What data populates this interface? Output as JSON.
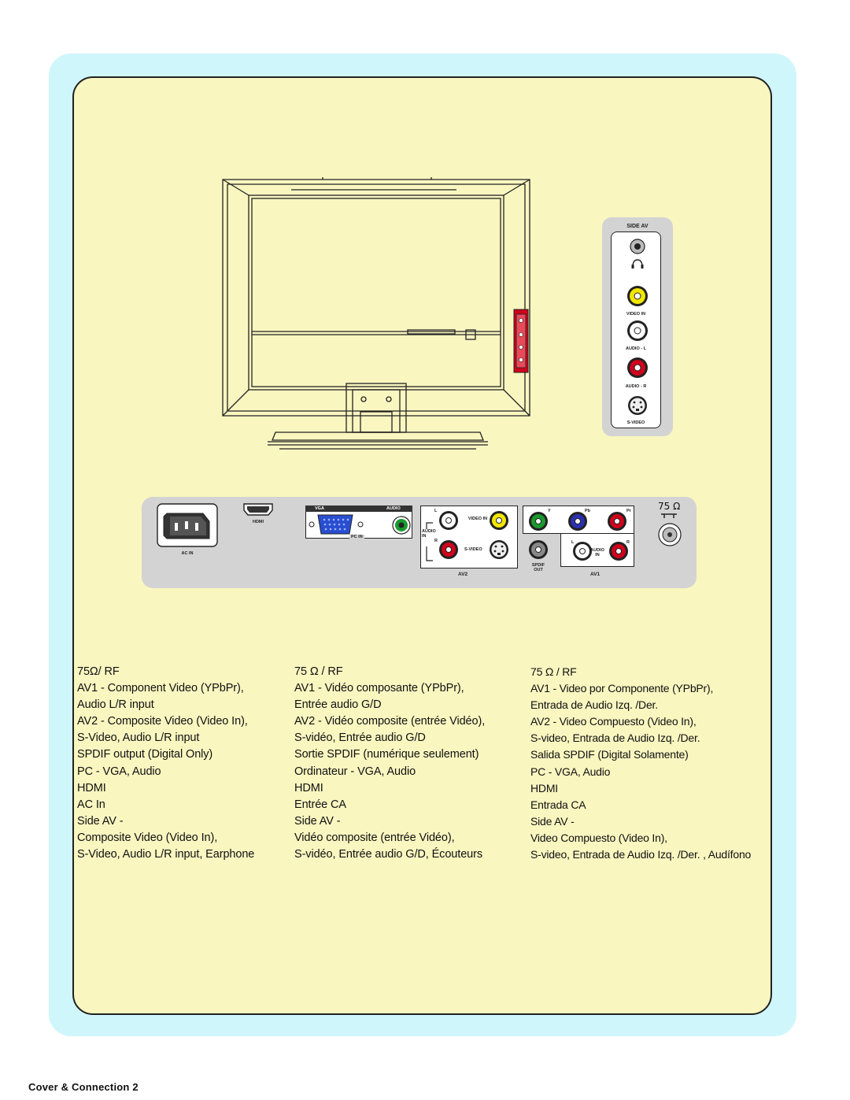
{
  "page": {
    "footer_label": "Cover & Connection 2"
  },
  "side_panel": {
    "title": "SIDE AV",
    "video_in": "VIDEO IN",
    "audio_l": "AUDIO - L",
    "audio_r": "AUDIO - R",
    "s_video": "S-VIDEO"
  },
  "rear_panel": {
    "ac_in": "AC IN",
    "hdmi": "HDMI",
    "vga": "VGA",
    "audio": "AUDIO",
    "pc_in": "PC IN",
    "l": "L",
    "r": "R",
    "video_in": "VIDEO IN",
    "audio_in": "AUDIO IN",
    "s_video": "S-VIDEO",
    "av2": "AV2",
    "y": "Y",
    "pb": "Pb",
    "pr": "Pr",
    "spdif_out": "SPDIF OUT",
    "av1": "AV1",
    "audio_in_small": "AUDIO IN",
    "antenna": "75 Ω"
  },
  "columns": [
    {
      "lines": [
        "75Ω/ RF",
        "AV1 - Component Video (YPbPr),",
        "Audio L/R input",
        "AV2 - Composite Video (Video In),",
        "S-Video, Audio L/R input",
        "SPDIF output (Digital Only)",
        "PC - VGA, Audio",
        "HDMI",
        "AC In",
        "Side AV -",
        "Composite Video (Video In),",
        "S-Video, Audio L/R input, Earphone"
      ]
    },
    {
      "lines": [
        "75 Ω / RF",
        "AV1 - Vidéo composante (YPbPr),",
        "Entrée audio G/D",
        "AV2 - Vidéo composite (entrée Vidéo),",
        "S-vidéo, Entrée audio G/D",
        "Sortie SPDIF (numérique seulement)",
        "Ordinateur - VGA, Audio",
        "HDMI",
        "Entrée CA",
        "Side AV -",
        "Vidéo composite (entrée Vidéo),",
        "S-vidéo, Entrée audio G/D, Écouteurs"
      ]
    },
    {
      "lines": [
        "75 Ω / RF",
        "AV1 - Video por Componente (YPbPr),",
        "Entrada de Audio Izq. /Der.",
        "AV2 - Video Compuesto (Video In),",
        "S-video, Entrada de Audio Izq. /Der.",
        "Salida SPDIF (Digital Solamente)",
        "PC - VGA, Audio",
        "HDMI",
        "Entrada CA",
        "Side AV -",
        "Video Compuesto (Video In),",
        "S-video, Entrada de Audio Izq. /Der. , Audífono"
      ]
    }
  ],
  "colors": {
    "outer_frame": "#cff6fb",
    "inner_panel": "#f9f6c0",
    "connector_panel": "#d3d3d3",
    "composite_yellow": "#f2e600",
    "audio_red": "#d0021b",
    "component_green": "#1a9a2e",
    "component_blue": "#2b2fb0",
    "vga_blue": "#2a4ed0"
  }
}
